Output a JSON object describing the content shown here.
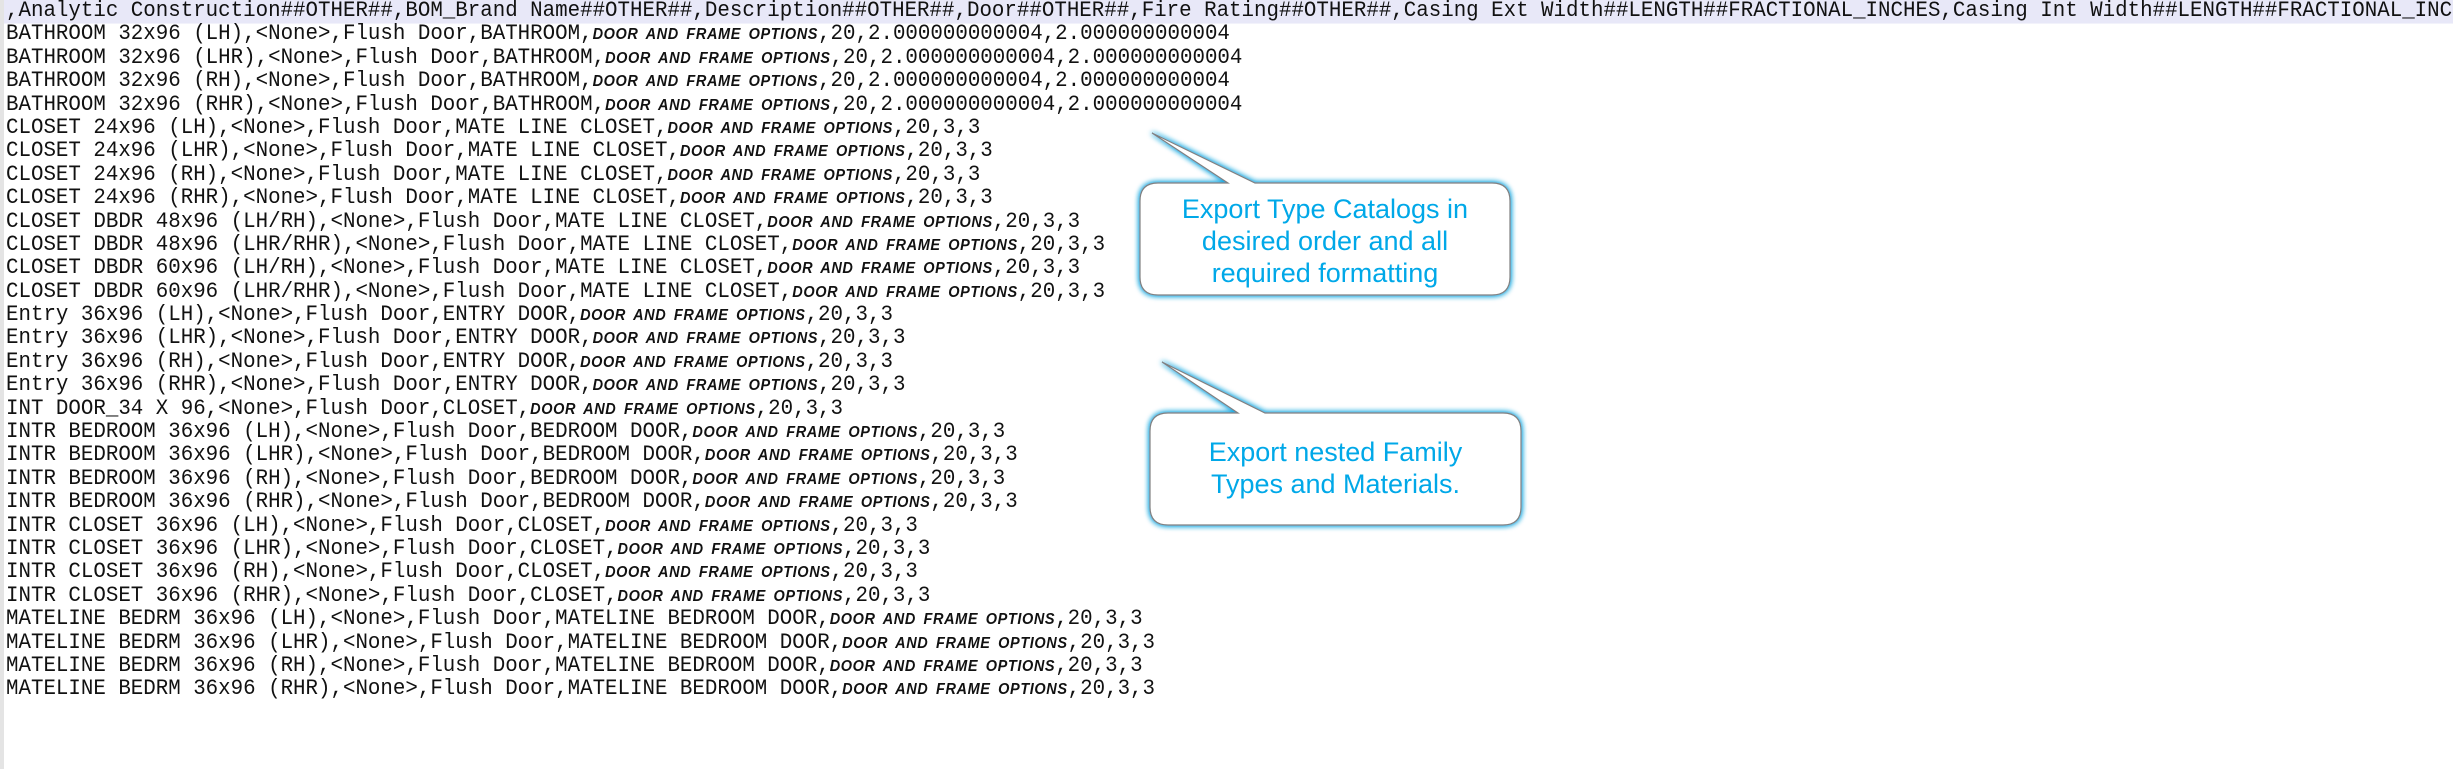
{
  "header": ",Analytic Construction##OTHER##,BOM_Brand Name##OTHER##,Description##OTHER##,Door##OTHER##,Fire Rating##OTHER##,Casing Ext Width##LENGTH##FRACTIONAL_INCHES,Casing Int Width##LENGTH##FRACTIONAL_INCHES",
  "rows": [
    {
      "pre": "BATHROOM 32x96 (LH),<None>,Flush Door,BATHROOM,",
      "em": "DOOR AND FRAME OPTIONS",
      "post": ",20,2.000000000004,2.000000000004"
    },
    {
      "pre": "BATHROOM 32x96 (LHR),<None>,Flush Door,BATHROOM,",
      "em": "DOOR AND FRAME OPTIONS",
      "post": ",20,2.000000000004,2.000000000004"
    },
    {
      "pre": "BATHROOM 32x96 (RH),<None>,Flush Door,BATHROOM,",
      "em": "DOOR AND FRAME OPTIONS",
      "post": ",20,2.000000000004,2.000000000004"
    },
    {
      "pre": "BATHROOM 32x96 (RHR),<None>,Flush Door,BATHROOM,",
      "em": "DOOR AND FRAME OPTIONS",
      "post": ",20,2.000000000004,2.000000000004"
    },
    {
      "pre": "CLOSET 24x96 (LH),<None>,Flush Door,MATE LINE CLOSET,",
      "em": "DOOR AND FRAME OPTIONS",
      "post": ",20,3,3"
    },
    {
      "pre": "CLOSET 24x96 (LHR),<None>,Flush Door,MATE LINE CLOSET,",
      "em": "DOOR AND FRAME OPTIONS",
      "post": ",20,3,3"
    },
    {
      "pre": "CLOSET 24x96 (RH),<None>,Flush Door,MATE LINE CLOSET,",
      "em": "DOOR AND FRAME OPTIONS",
      "post": ",20,3,3"
    },
    {
      "pre": "CLOSET 24x96 (RHR),<None>,Flush Door,MATE LINE CLOSET,",
      "em": "DOOR AND FRAME OPTIONS",
      "post": ",20,3,3"
    },
    {
      "pre": "CLOSET DBDR 48x96 (LH/RH),<None>,Flush Door,MATE LINE CLOSET,",
      "em": "DOOR AND FRAME OPTIONS",
      "post": ",20,3,3"
    },
    {
      "pre": "CLOSET DBDR 48x96 (LHR/RHR),<None>,Flush Door,MATE LINE CLOSET,",
      "em": "DOOR AND FRAME OPTIONS",
      "post": ",20,3,3"
    },
    {
      "pre": "CLOSET DBDR 60x96 (LH/RH),<None>,Flush Door,MATE LINE CLOSET,",
      "em": "DOOR AND FRAME OPTIONS",
      "post": ",20,3,3"
    },
    {
      "pre": "CLOSET DBDR 60x96 (LHR/RHR),<None>,Flush Door,MATE LINE CLOSET,",
      "em": "DOOR AND FRAME OPTIONS",
      "post": ",20,3,3"
    },
    {
      "pre": "Entry 36x96 (LH),<None>,Flush Door,ENTRY DOOR,",
      "em": "DOOR AND FRAME OPTIONS",
      "post": ",20,3,3"
    },
    {
      "pre": "Entry 36x96 (LHR),<None>,Flush Door,ENTRY DOOR,",
      "em": "DOOR AND FRAME OPTIONS",
      "post": ",20,3,3"
    },
    {
      "pre": "Entry 36x96 (RH),<None>,Flush Door,ENTRY DOOR,",
      "em": "DOOR AND FRAME OPTIONS",
      "post": ",20,3,3"
    },
    {
      "pre": "Entry 36x96 (RHR),<None>,Flush Door,ENTRY DOOR,",
      "em": "DOOR AND FRAME OPTIONS",
      "post": ",20,3,3"
    },
    {
      "pre": "INT DOOR_34 X 96,<None>,Flush Door,CLOSET,",
      "em": "DOOR AND FRAME OPTIONS",
      "post": ",20,3,3"
    },
    {
      "pre": "INTR BEDROOM 36x96 (LH),<None>,Flush Door,BEDROOM DOOR,",
      "em": "DOOR AND FRAME OPTIONS",
      "post": ",20,3,3"
    },
    {
      "pre": "INTR BEDROOM 36x96 (LHR),<None>,Flush Door,BEDROOM DOOR,",
      "em": "DOOR AND FRAME OPTIONS",
      "post": ",20,3,3"
    },
    {
      "pre": "INTR BEDROOM 36x96 (RH),<None>,Flush Door,BEDROOM DOOR,",
      "em": "DOOR AND FRAME OPTIONS",
      "post": ",20,3,3"
    },
    {
      "pre": "INTR BEDROOM 36x96 (RHR),<None>,Flush Door,BEDROOM DOOR,",
      "em": "DOOR AND FRAME OPTIONS",
      "post": ",20,3,3"
    },
    {
      "pre": "INTR CLOSET 36x96 (LH),<None>,Flush Door,CLOSET,",
      "em": "DOOR AND FRAME OPTIONS",
      "post": ",20,3,3"
    },
    {
      "pre": "INTR CLOSET 36x96 (LHR),<None>,Flush Door,CLOSET,",
      "em": "DOOR AND FRAME OPTIONS",
      "post": ",20,3,3"
    },
    {
      "pre": "INTR CLOSET 36x96 (RH),<None>,Flush Door,CLOSET,",
      "em": "DOOR AND FRAME OPTIONS",
      "post": ",20,3,3"
    },
    {
      "pre": "INTR CLOSET 36x96 (RHR),<None>,Flush Door,CLOSET,",
      "em": "DOOR AND FRAME OPTIONS",
      "post": ",20,3,3"
    },
    {
      "pre": "MATELINE BEDRM 36x96 (LH),<None>,Flush Door,MATELINE BEDROOM DOOR,",
      "em": "DOOR AND FRAME OPTIONS",
      "post": ",20,3,3"
    },
    {
      "pre": "MATELINE BEDRM 36x96 (LHR),<None>,Flush Door,MATELINE BEDROOM DOOR,",
      "em": "DOOR AND FRAME OPTIONS",
      "post": ",20,3,3"
    },
    {
      "pre": "MATELINE BEDRM 36x96 (RH),<None>,Flush Door,MATELINE BEDROOM DOOR,",
      "em": "DOOR AND FRAME OPTIONS",
      "post": ",20,3,3"
    },
    {
      "pre": "MATELINE BEDRM 36x96 (RHR),<None>,Flush Door,MATELINE BEDROOM DOOR,",
      "em": "DOOR AND FRAME OPTIONS",
      "post": ",20,3,3"
    }
  ],
  "callouts": [
    {
      "lines": [
        "Export Type Catalogs in",
        "desired order and all",
        "required formatting"
      ]
    },
    {
      "lines": [
        "Export nested Family",
        "Types and Materials."
      ]
    }
  ],
  "colors": {
    "callout_text": "#00a8e8",
    "callout_border": "#1ea8e0",
    "header_bg": "#e8e8f8"
  }
}
